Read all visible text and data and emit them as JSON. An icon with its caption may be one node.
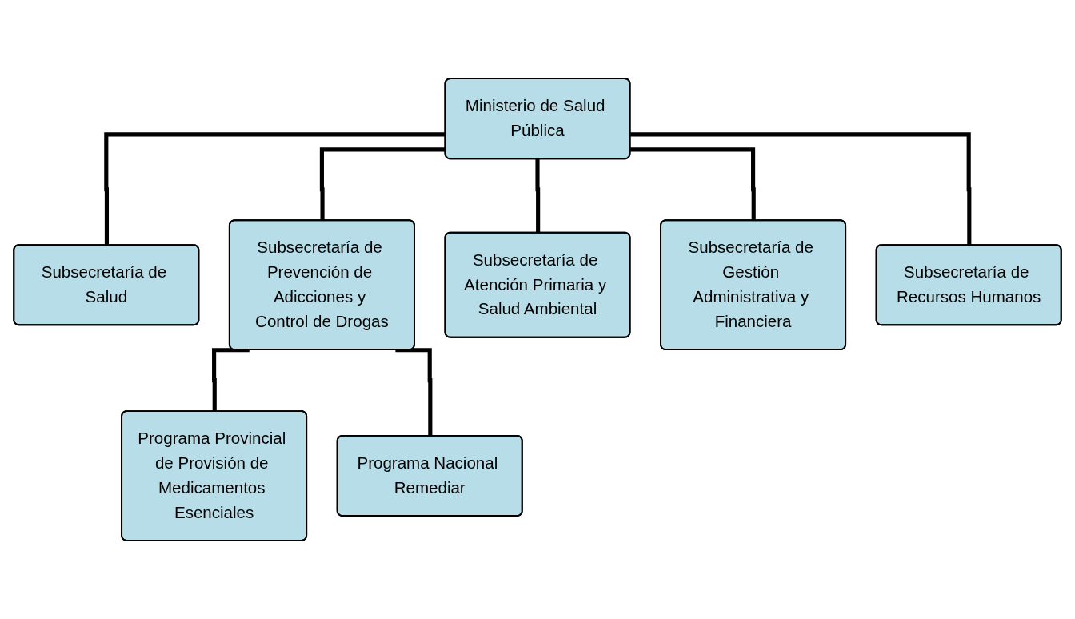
{
  "diagram": {
    "nodes": [
      {
        "text": [
          "Ministerio de Salud Pública"
        ]
      },
      {
        "text": [
          "Subsecretaría de Salud"
        ]
      },
      {
        "text": [
          "Subsecretaría de Prevención de Adicciones y Control de Drogas"
        ]
      },
      {
        "text": [
          "Subsecretaría de Atención Primaria y Salud Ambiental"
        ]
      },
      {
        "text": [
          "Subsecretaría de Gestión Administrativa y Financiera"
        ]
      },
      {
        "text": [
          "Subsecretaría de Recursos Humanos"
        ]
      },
      {
        "text": [
          "Programa Provincial de Provisión de Medicamentos Esenciales"
        ]
      },
      {
        "text": [
          "Programa Nacional Remediar"
        ]
      }
    ],
    "edges": [
      {
        "from": 0,
        "to": 1,
        "arrow": "none"
      },
      {
        "from": 0,
        "to": 2,
        "arrow": "none"
      },
      {
        "from": 0,
        "to": 3,
        "arrow": "none"
      },
      {
        "from": 0,
        "to": 4,
        "arrow": "none"
      },
      {
        "from": 0,
        "to": 5,
        "arrow": "none"
      },
      {
        "from": 2,
        "to": 6,
        "arrow": "none"
      },
      {
        "from": 2,
        "to": 7,
        "arrow": "none"
      }
    ]
  }
}
